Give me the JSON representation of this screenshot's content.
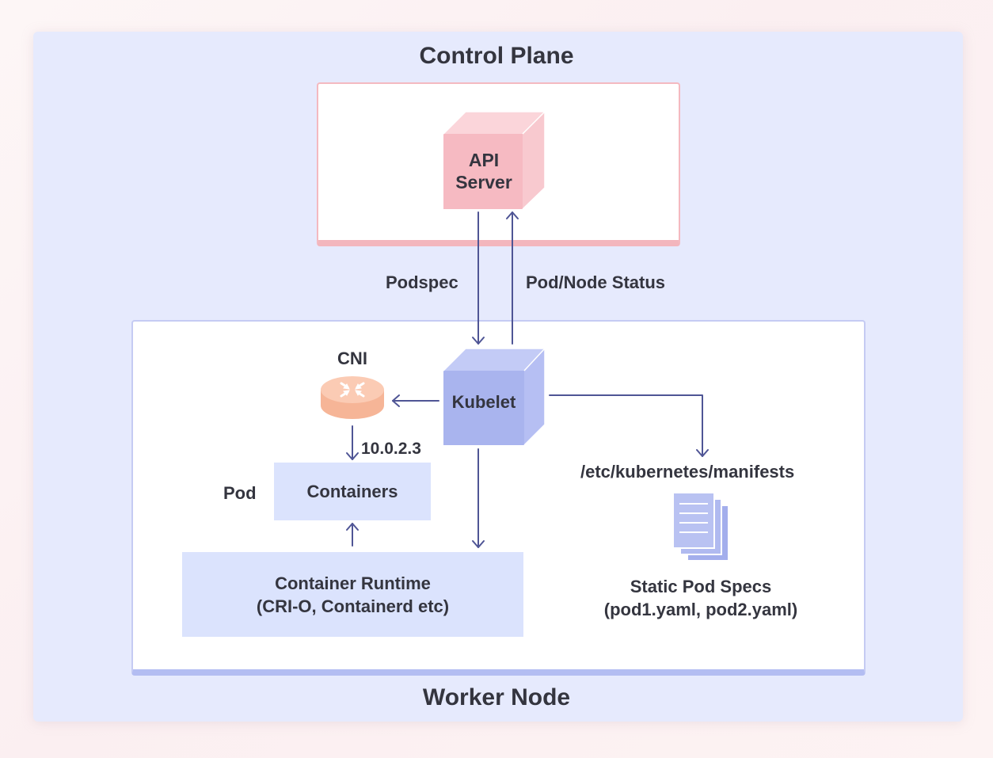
{
  "diagram": {
    "control_plane_title": "Control Plane",
    "worker_node_title": "Worker Node",
    "api_server": {
      "line1": "API",
      "line2": "Server"
    },
    "kubelet": "Kubelet",
    "cni": "CNI",
    "ip": "10.0.2.3",
    "pod": "Pod",
    "containers": "Containers",
    "runtime": {
      "line1": "Container Runtime",
      "line2": "(CRI-O, Containerd etc)"
    },
    "podspec": "Podspec",
    "status": "Pod/Node Status",
    "manifests_path": "/etc/kubernetes/manifests",
    "static_specs": {
      "line1": "Static Pod Specs",
      "line2": "(pod1.yaml, pod2.yaml)"
    }
  },
  "colors": {
    "control_plane_accent": "#f3b6bd",
    "worker_accent": "#b3bdf2",
    "arrow": "#4f5595",
    "cni_router": "#f9c0a4"
  },
  "icons": {
    "cni": "router-icon",
    "static_specs": "document-stack-icon"
  }
}
